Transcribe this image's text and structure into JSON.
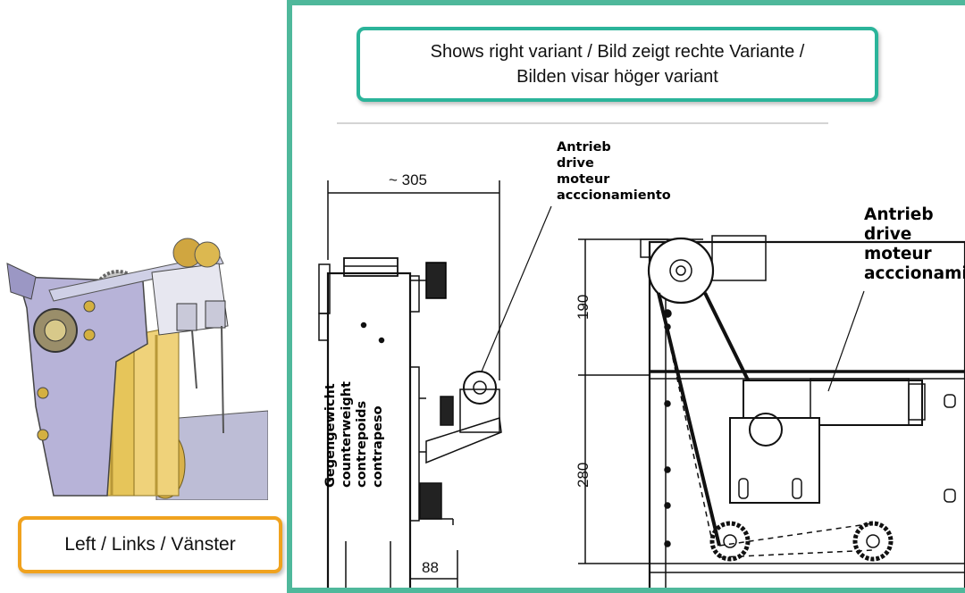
{
  "left_label": "Left / Links / Vänster",
  "variant_note": {
    "line1": "Shows right variant / Bild zeigt rechte Variante /",
    "line2": "Bilden visar höger variant"
  },
  "drive_callout_small": {
    "line1": "Antrieb",
    "line2": "drive",
    "line3": "moteur",
    "line4": "acccionamiento"
  },
  "drive_callout_large": {
    "line1": "Antrieb",
    "line2": "drive",
    "line3": "moteur",
    "line4": "acccionamiento"
  },
  "counterweight": {
    "line1": "Gegengewicht",
    "line2": "counterweight",
    "line3": "contrepoids",
    "line4": "contrapeso"
  },
  "dimensions": {
    "width_top": "~ 305",
    "width_bottom": "88",
    "height_upper": "190",
    "height_lower": "280"
  },
  "colors": {
    "frame": "#4fb89b",
    "note_border": "#2bb49a",
    "label_border": "#f0a21e",
    "profile_yellow": "#e6c55a",
    "plate_lavender": "#b7b3d8"
  }
}
